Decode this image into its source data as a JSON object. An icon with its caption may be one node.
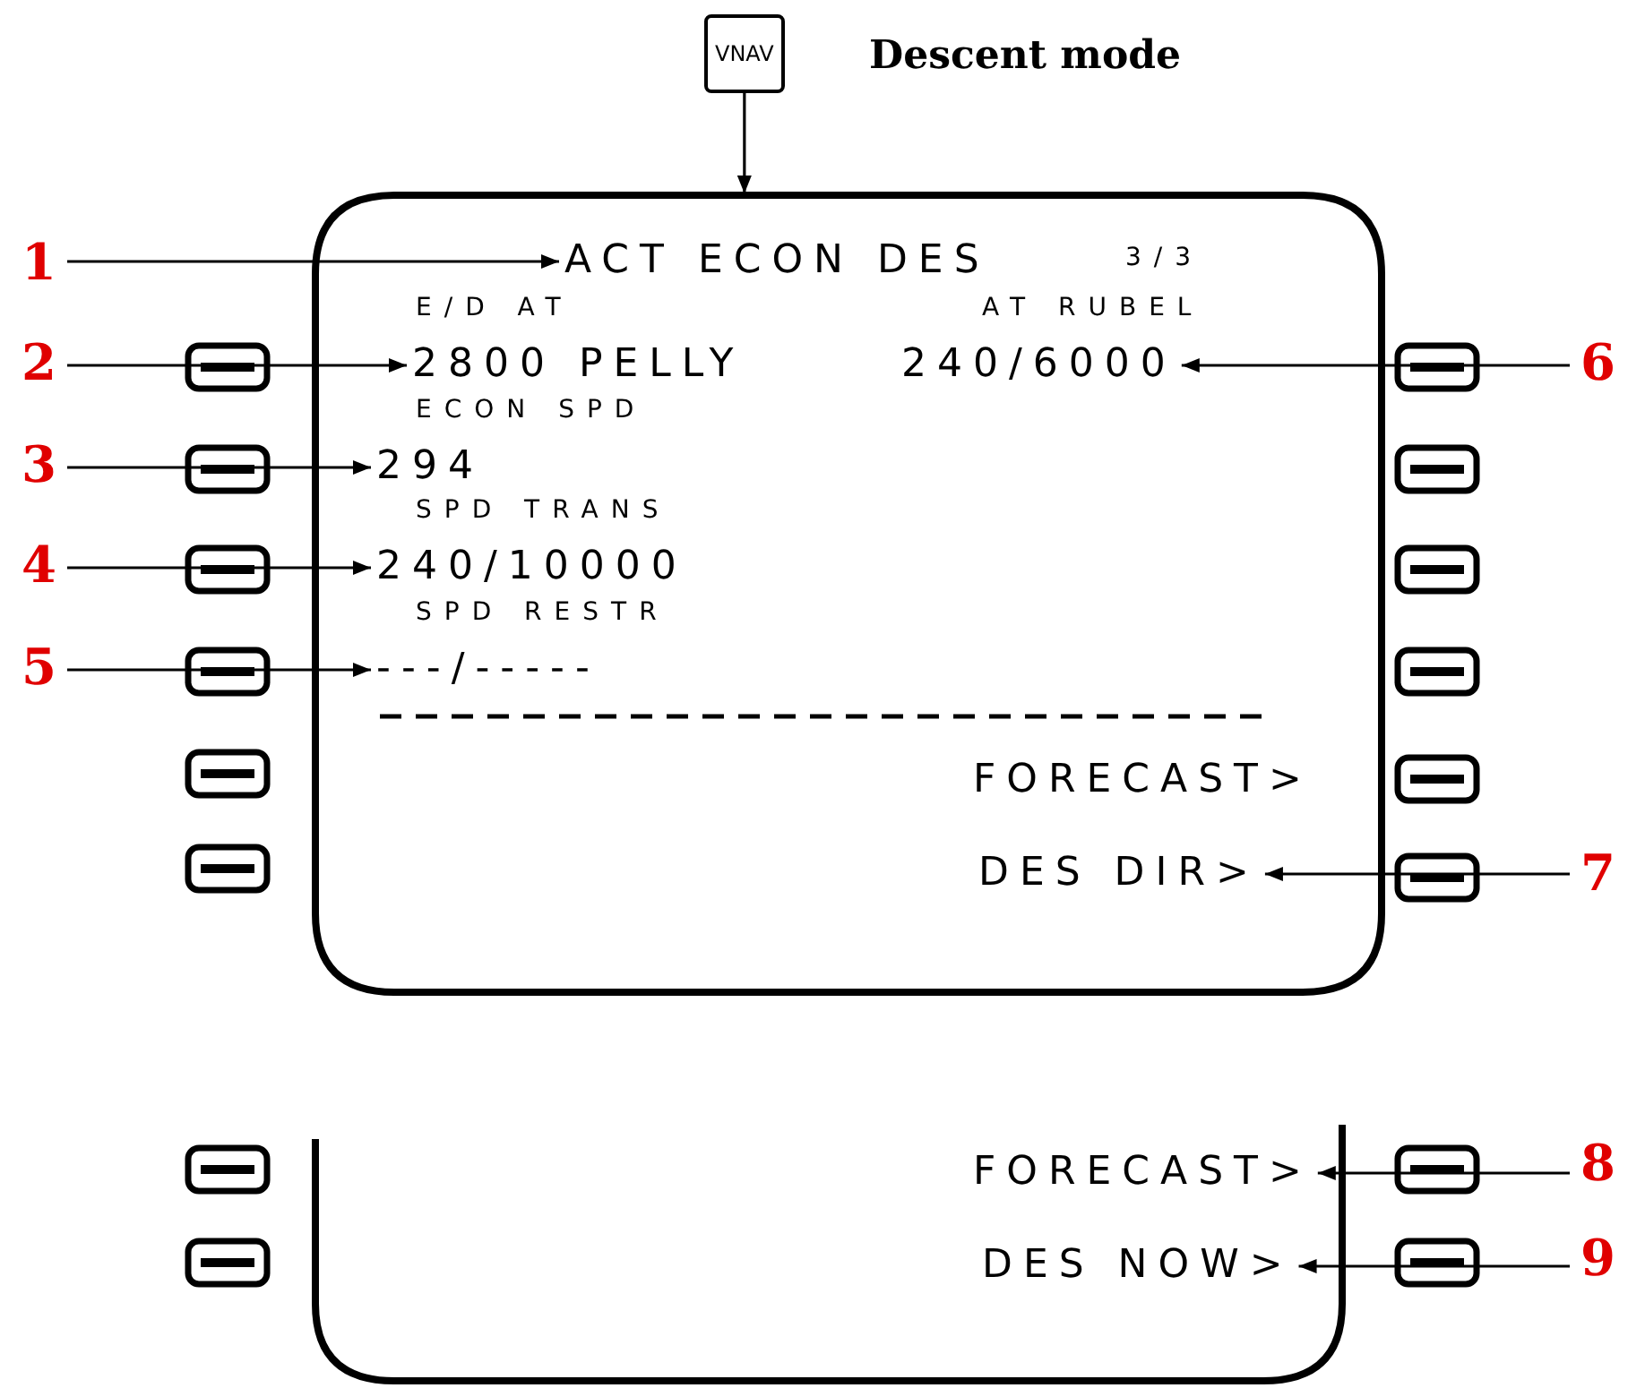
{
  "diagram": {
    "nodes": [
      {
        "text": [
          "VNAV"
        ],
        "beside": [
          "Descent mode"
        ]
      },
      {
        "text": [],
        "shape": "box"
      },
      {
        "text": [
          "ACT ECON DES"
        ],
        "in": 1
      },
      {
        "text": [
          "3/3"
        ],
        "in": 1
      },
      {
        "text": [
          "E/D AT"
        ],
        "in": 1
      },
      {
        "text": [
          "AT RUBEL"
        ],
        "in": 1
      },
      {
        "text": [
          "2800 PELLY"
        ],
        "in": 1
      },
      {
        "text": [
          "240/6000"
        ],
        "in": 1
      },
      {
        "text": [
          "ECON SPD"
        ],
        "in": 1
      },
      {
        "text": [
          "294"
        ],
        "in": 1
      },
      {
        "text": [
          "SPD TRANS"
        ],
        "in": 1
      },
      {
        "text": [
          "240/10000"
        ],
        "in": 1
      },
      {
        "text": [
          "SPD RESTR"
        ],
        "in": 1
      },
      {
        "text": [
          "---/-----"
        ],
        "in": 1
      },
      {
        "text": [
          "FORECAST>"
        ],
        "in": 1
      },
      {
        "text": [
          "DES DIR>"
        ],
        "in": 1
      },
      {
        "text": [],
        "shape": "box"
      },
      {
        "text": [
          "FORECAST>"
        ],
        "in": 16
      },
      {
        "text": [
          "DES NOW>"
        ],
        "in": 16
      },
      {
        "text": [
          "1"
        ]
      },
      {
        "text": [
          "2"
        ]
      },
      {
        "text": [
          "3"
        ]
      },
      {
        "text": [
          "4"
        ]
      },
      {
        "text": [
          "5"
        ]
      },
      {
        "text": [
          "6"
        ]
      },
      {
        "text": [
          "7"
        ]
      },
      {
        "text": [
          "8"
        ]
      },
      {
        "text": [
          "9"
        ]
      }
    ],
    "edges": [
      {
        "from": 0,
        "to": 1,
        "arrow": "to"
      },
      {
        "from": 19,
        "to": 2,
        "arrow": "to"
      },
      {
        "from": 20,
        "to": 6,
        "arrow": "to"
      },
      {
        "from": 21,
        "to": 9,
        "arrow": "to"
      },
      {
        "from": 22,
        "to": 11,
        "arrow": "to"
      },
      {
        "from": 23,
        "to": 13,
        "arrow": "to"
      },
      {
        "from": 24,
        "to": 7,
        "arrow": "to"
      },
      {
        "from": 25,
        "to": 15,
        "arrow": "to"
      },
      {
        "from": 26,
        "to": 17,
        "arrow": "to"
      },
      {
        "from": 27,
        "to": 18,
        "arrow": "to"
      }
    ]
  }
}
